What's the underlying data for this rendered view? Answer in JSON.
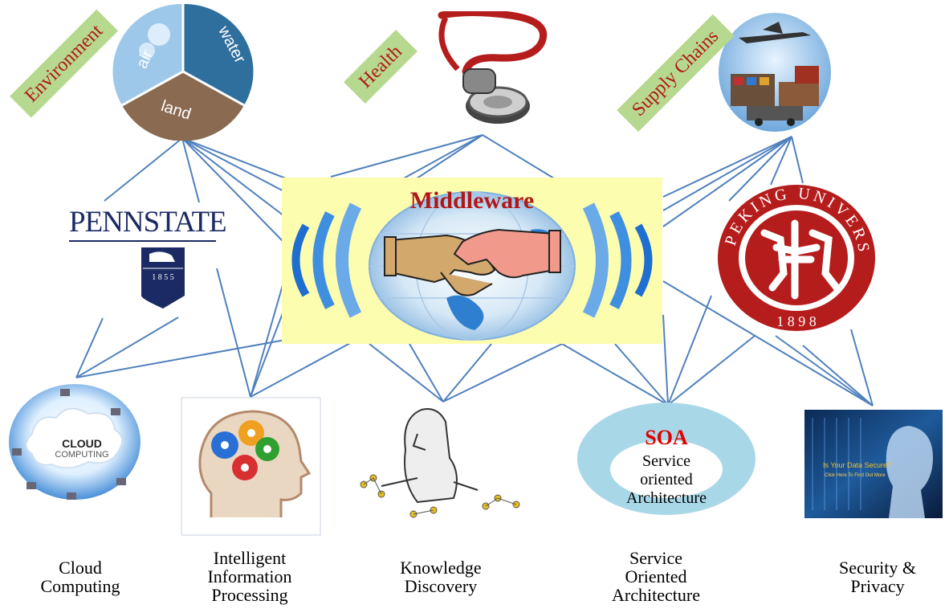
{
  "middleware": {
    "title": "Middleware"
  },
  "top_domains": [
    {
      "label": "Environment"
    },
    {
      "label": "Health"
    },
    {
      "label": "Supply Chains"
    }
  ],
  "environment_pie": {
    "segments": [
      "air",
      "water",
      "land"
    ]
  },
  "universities": {
    "left": {
      "wordmark": "PENNSTATE",
      "year": "1 8 5 5"
    },
    "right": {
      "ring_text": "PEKING UNIVERSITY",
      "year": "1 8 9 8"
    }
  },
  "cloud_icon": {
    "line1": "CLOUD",
    "line2": "COMPUTING"
  },
  "soa_icon": {
    "title": "SOA",
    "line1": "Service",
    "line2": "oriented",
    "line3": "Architecture"
  },
  "security_icon": {
    "line1": "Is Your Data Secure?",
    "line2": "Click Here To Find Out More"
  },
  "bottom_topics": [
    {
      "lines": [
        "Cloud",
        "Computing"
      ]
    },
    {
      "lines": [
        "Intelligent",
        "Information",
        "Processing"
      ]
    },
    {
      "lines": [
        "Knowledge",
        "Discovery"
      ]
    },
    {
      "lines": [
        "Service",
        "Oriented",
        "Architecture"
      ]
    },
    {
      "lines": [
        "Security &",
        "Privacy"
      ]
    }
  ],
  "colors": {
    "connector": "#4f81bd",
    "tag_bg": "#b7d98f",
    "tag_text": "#b01818",
    "middleware_bg": "#fdfdb0",
    "soa_ring": "#a8d8e8"
  }
}
